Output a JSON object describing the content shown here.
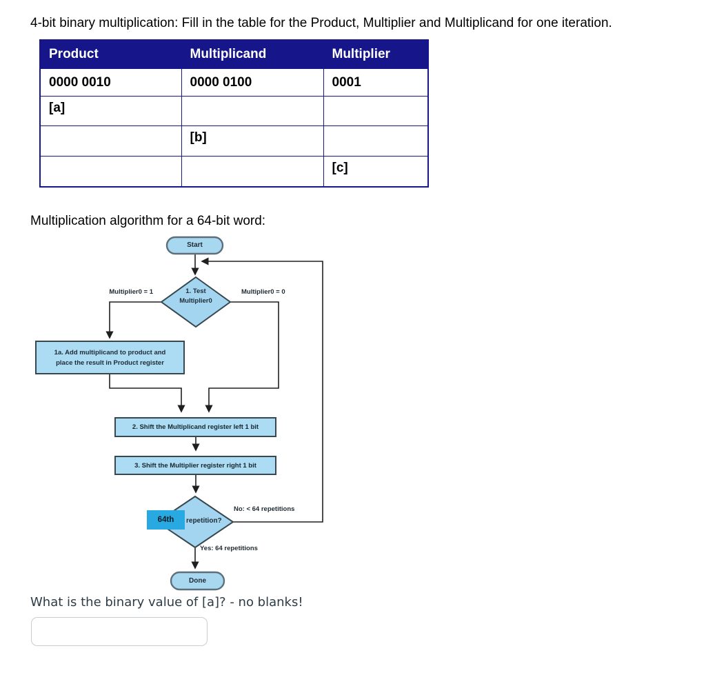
{
  "title": "4-bit binary multiplication: Fill in the table for the Product, Multiplier and Multiplicand for one iteration.",
  "table": {
    "headers": [
      "Product",
      "Multiplicand",
      "Multiplier"
    ],
    "rows": [
      [
        "0000 0010",
        "0000 0100",
        "0001"
      ],
      [
        "[a]",
        "",
        ""
      ],
      [
        "",
        "[b]",
        ""
      ],
      [
        "",
        "",
        "[c]"
      ]
    ]
  },
  "flowchart": {
    "heading": "Multiplication algorithm for a 64-bit word:",
    "start_label": "Start",
    "decision1": {
      "line1": "1.  Test",
      "line2": "Multiplier0",
      "left_branch_label": "Multiplier0 = 1",
      "right_branch_label": "Multiplier0 = 0"
    },
    "box1a": {
      "line1": "1a.  Add multiplicand to product and",
      "line2": "place the result in Product register"
    },
    "box2_label": "2.  Shift the Multiplicand register left 1 bit",
    "box3_label": "3.  Shift the Multiplier register right 1 bit",
    "decision2": {
      "highlight_label": "64th",
      "label": "repetition?",
      "no_label": "No: < 64 repetitions",
      "yes_label": "Yes: 64 repetitions"
    },
    "done_label": "Done"
  },
  "question": {
    "text": "What is the binary value of [a]? - no blanks!",
    "answer_value": ""
  },
  "colors": {
    "table_header_bg": "#16168a",
    "table_border": "#16168a",
    "blank_text": "#1414e0",
    "shape_fill": "#a8d7f0",
    "shape_border": "#37474f",
    "terminal_border": "#5d6f7b",
    "highlight_blue": "#28a9e1",
    "line_color": "#1f1f1f"
  }
}
